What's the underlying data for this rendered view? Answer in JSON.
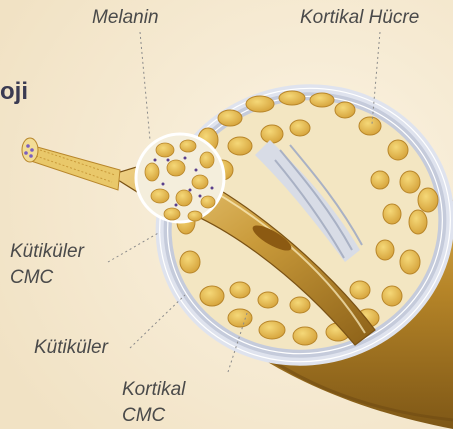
{
  "heading": "oji",
  "labels": {
    "melanin": "Melanin",
    "cortical_cell": "Kortikal Hücre",
    "cuticle_cmc_1": "Kütiküler",
    "cuticle_cmc_2": "CMC",
    "cuticle": "Kütiküler",
    "cortical_cmc_1": "Kortikal",
    "cortical_cmc_2": "CMC"
  },
  "colors": {
    "background": "#f8eedc",
    "hair_gold": "#c99a3a",
    "cell_fill": "#e8c45c",
    "matrix": "#f3e6c2",
    "membrane": "#d7dce8",
    "melanin": "#5a3f8c"
  }
}
